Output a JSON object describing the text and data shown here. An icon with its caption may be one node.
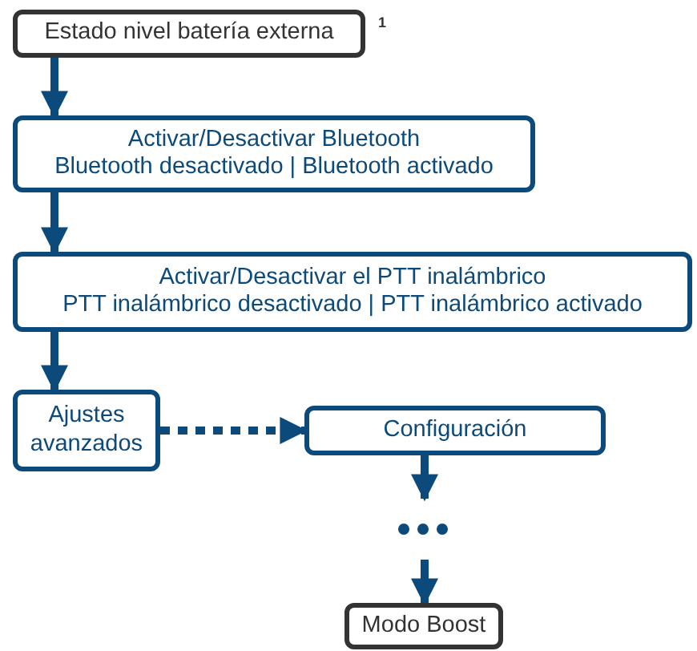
{
  "diagram": {
    "nodes": [
      {
        "text": [
          "Estado nivel batería externa"
        ],
        "beside": [
          "1"
        ]
      },
      {
        "text": [
          "Activar/Desactivar Bluetooth",
          "Bluetooth desactivado | Bluetooth activado"
        ]
      },
      {
        "text": [
          "Activar/Desactivar el PTT inalámbrico",
          "PTT inalámbrico desactivado | PTT inalámbrico activado"
        ]
      },
      {
        "text": [
          "Ajustes avanzados"
        ]
      },
      {
        "text": [
          "Configuración"
        ]
      },
      {
        "text": [],
        "shape": "dots"
      },
      {
        "text": [
          "Modo Boost"
        ]
      }
    ],
    "edges": [
      {
        "from": 0,
        "to": 1,
        "arrow": "to"
      },
      {
        "from": 1,
        "to": 2,
        "arrow": "to"
      },
      {
        "from": 2,
        "to": 3,
        "arrow": "to"
      },
      {
        "from": 3,
        "to": 4,
        "arrow": "to",
        "style": "dashed"
      },
      {
        "from": 4,
        "to": 5,
        "arrow": "to"
      },
      {
        "from": 5,
        "to": 6,
        "arrow": "to"
      }
    ]
  }
}
